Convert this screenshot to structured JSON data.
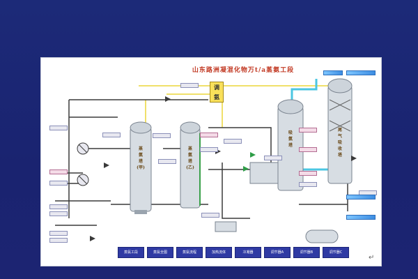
{
  "slide": {
    "title": "山东路洲凝混化物万t/a蒸氨工段",
    "corner_marker": "↵"
  },
  "equipment": {
    "vessel_1_label": "蒸\n氨\n塔\n(甲)",
    "vessel_2_label": "蒸\n氨\n塔\n(乙)",
    "vessel_3_label": "吸\n氨\n塔",
    "vessel_4_label": "尾\n气\n吸\n收\n塔",
    "marker_top": "调",
    "marker_bottom": "氨"
  },
  "nav_buttons": [
    "蒸氨工段",
    "蒸氨全图",
    "蒸氨流程",
    "加热流体",
    "冷凝器",
    "调节器A",
    "调节器B",
    "调节器C"
  ],
  "colors": {
    "background": "#1c2a78",
    "panel": "#ffffff",
    "pipe": "#3a3a3a",
    "pipe_yellow": "#f0e06a",
    "pipe_cyan": "#4bc6e2",
    "nav_button": "#2f3aa3",
    "title": "#c23a24"
  }
}
